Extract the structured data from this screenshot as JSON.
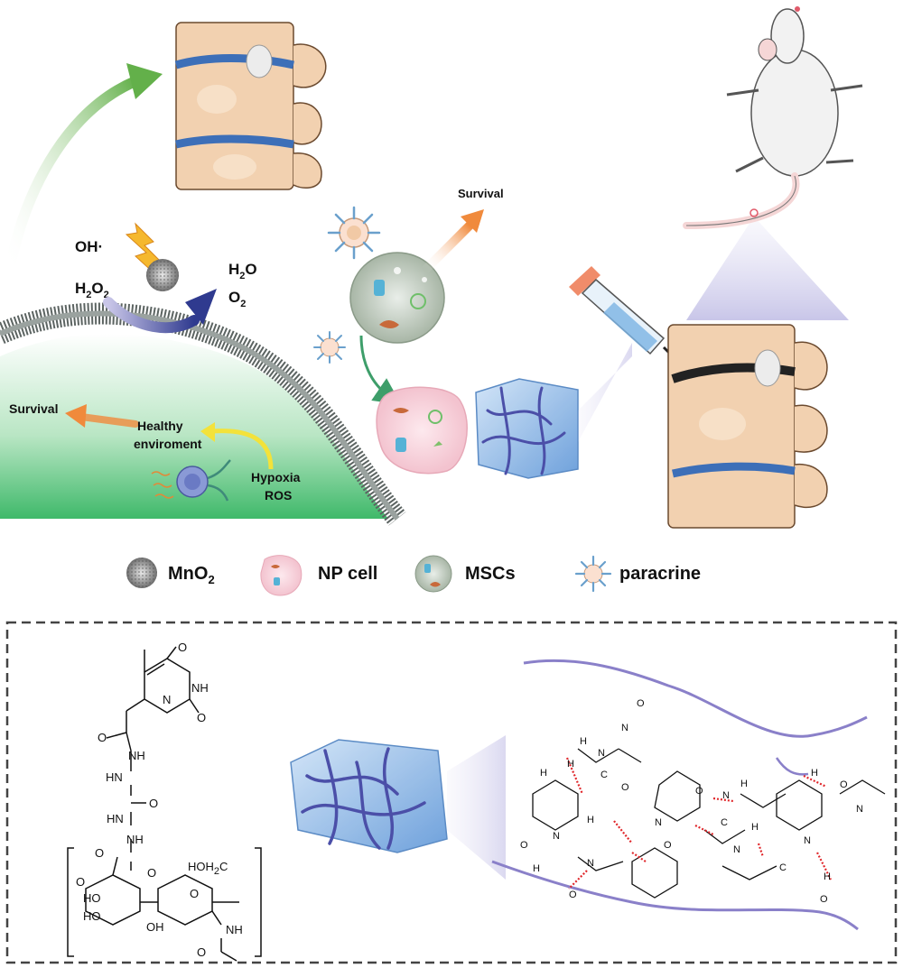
{
  "top_panel": {
    "survival_left": "Survival",
    "survival_top": "Survival",
    "healthy_line1": "Healthy",
    "healthy_line2": "enviroment",
    "hypoxia": "Hypoxia",
    "ros": "ROS",
    "oh_radical": "OH·",
    "h2o2_main": "H",
    "h2o2_sub1": "2",
    "h2o2_mid": "O",
    "h2o2_sub2": "2",
    "h2o": "H",
    "h2o_sub": "2",
    "h2o_end": "O",
    "o2_main": "O",
    "o2_sub": "2"
  },
  "legend": {
    "items": [
      {
        "label": "MnO",
        "sub": "2",
        "icon": "mno2-nanoparticle-icon"
      },
      {
        "label": "NP cell",
        "sub": "",
        "icon": "np-cell-icon"
      },
      {
        "label": "MSCs",
        "sub": "",
        "icon": "msc-cell-icon"
      },
      {
        "label": "paracrine",
        "sub": "",
        "icon": "paracrine-icon"
      }
    ]
  },
  "chemistry": {
    "left_structure_labels": [
      "O",
      "NH",
      "N",
      "O",
      "O",
      "NH",
      "HN",
      "O",
      "HN",
      "NH",
      "O",
      "O",
      "O",
      "HO",
      "OH",
      "HOH",
      "2",
      "C",
      "O",
      "NH",
      "O",
      "HO"
    ],
    "network_labels": [
      "O",
      "N",
      "H",
      "N",
      "H",
      "H",
      "C",
      "O",
      "N",
      "H",
      "N",
      "O",
      "N",
      "H",
      "O",
      "N",
      "O",
      "H",
      "C",
      "N",
      "H",
      "O",
      "H",
      "N",
      "O",
      "N",
      "C",
      "O",
      "H"
    ]
  },
  "colors": {
    "membrane": "#5c6462",
    "green_gradient": "#3fb96a",
    "arrow_green": "#63b04a",
    "arrow_navy": "#2f3a8f",
    "arrow_orange": "#f08a3c",
    "arrow_yellow": "#f3e23a",
    "hbond": "#e0262a",
    "polymer": "#8a80c9",
    "hydrogel": "#6aa6e0"
  }
}
